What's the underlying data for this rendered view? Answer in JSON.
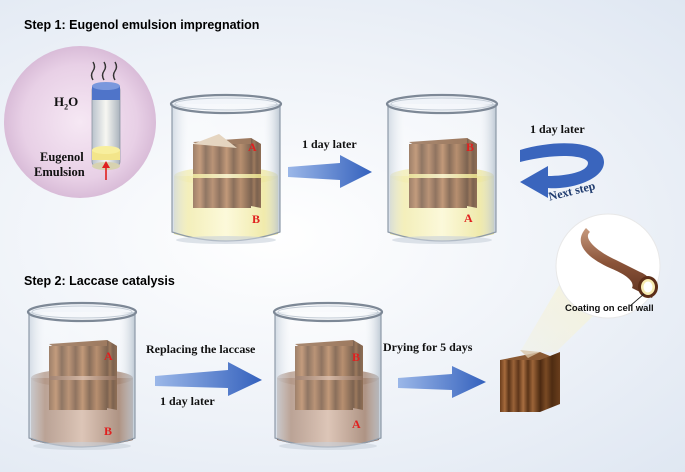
{
  "step1": {
    "heading": "Step 1: Eugenol emulsion impregnation",
    "h2o_main": "H",
    "h2o_sub": "2",
    "h2o_end": "O",
    "emulsion_line1": "Eugenol",
    "emulsion_line2": "Emulsion",
    "arrow_label": "1 day later",
    "curve_label": "1 day later",
    "next_step": "Next step",
    "beaker1": {
      "top_face": "A",
      "bottom_face": "B"
    },
    "beaker2": {
      "top_face": "B",
      "bottom_face": "A"
    }
  },
  "step2": {
    "heading": "Step 2: Laccase catalysis",
    "arrow1_top": "Replacing the laccase",
    "arrow1_bottom": "1 day later",
    "arrow2_label": "Drying for 5 days",
    "callout": "Coating on cell wall",
    "beaker3": {
      "top_face": "A",
      "bottom_face": "B"
    },
    "beaker4": {
      "top_face": "B",
      "bottom_face": "A"
    }
  },
  "colors": {
    "arrow": "#3f6fc6",
    "wood_dark": "#5a3418",
    "wood_light": "#9a6238",
    "emulsion": "#f2e98a",
    "laccase": "#8a5a3c",
    "label_red": "#e0201f"
  }
}
